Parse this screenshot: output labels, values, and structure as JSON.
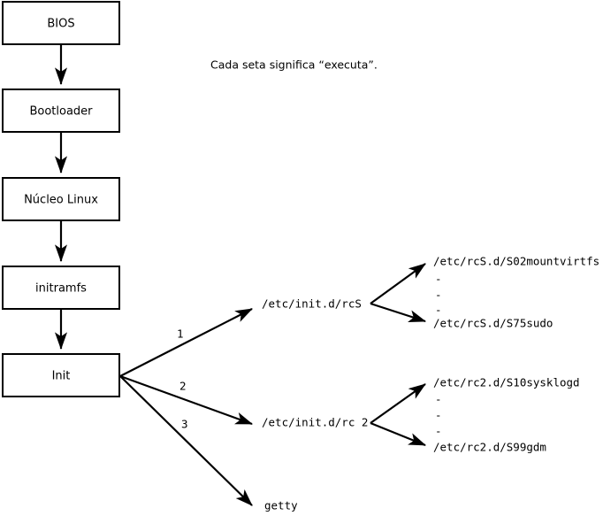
{
  "diagram": {
    "title_caption": "Cada seta significa “executa”.",
    "colors": {
      "background": "#ffffff",
      "stroke": "#000000",
      "box_fill": "#ffffff"
    },
    "boot_chain": [
      {
        "id": "bios",
        "label": "BIOS"
      },
      {
        "id": "bootloader",
        "label": "Bootloader"
      },
      {
        "id": "kernel",
        "label": "Núcleo Linux"
      },
      {
        "id": "initramfs",
        "label": "initramfs"
      },
      {
        "id": "init",
        "label": "Init"
      }
    ],
    "init_branches": [
      {
        "number": "1",
        "target": "/etc/init.d/rcS"
      },
      {
        "number": "2",
        "target": "/etc/init.d/rc 2"
      },
      {
        "number": "3",
        "target": "getty"
      }
    ],
    "rcs_scripts": {
      "first": "/etc/rcS.d/S02mountvirtfs",
      "ellipsis": [
        "-",
        "-",
        "-"
      ],
      "last": "/etc/rcS.d/S75sudo"
    },
    "rc2_scripts": {
      "first": "/etc/rc2.d/S10sysklogd",
      "ellipsis": [
        "-",
        "-",
        "-"
      ],
      "last": "/etc/rc2.d/S99gdm"
    }
  }
}
